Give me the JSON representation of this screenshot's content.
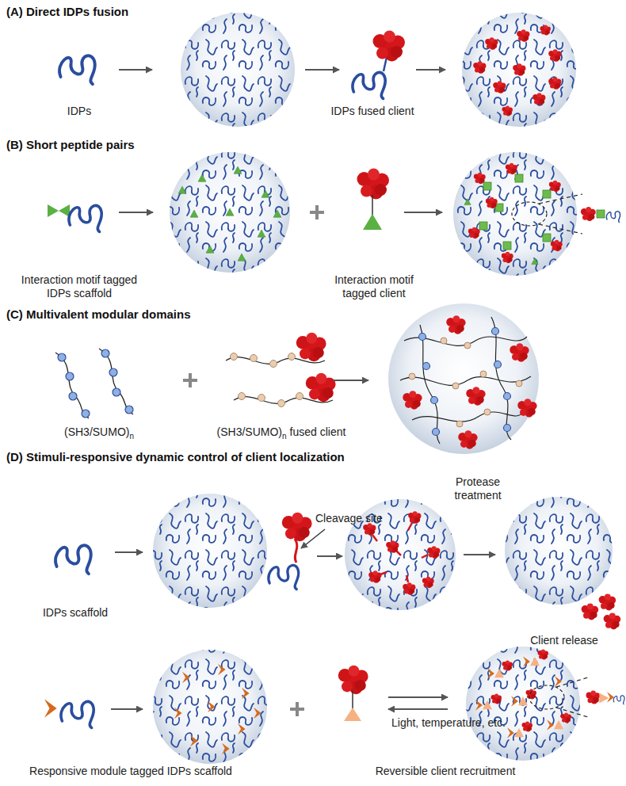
{
  "diagram": {
    "labels": [
      "(A) Direct IDPs fusion",
      "IDPs",
      "IDPs fused client",
      "(B) Short peptide pairs",
      "Interaction motif tagged IDPs scaffold",
      "Interaction motif tagged client",
      "(C) Multivalent modular domains",
      "(SH3/SUMO)",
      "n",
      "(SH3/SUMO)",
      "n",
      "fused client",
      "(D) Stimuli-responsive dynamic control of client localization",
      "IDPs scaffold",
      "Cleavage site",
      "Protease treatment",
      "Client release",
      "Responsive module tagged IDPs scaffold",
      "Light, temperature, etc.",
      "Reversible client recruitment"
    ]
  }
}
